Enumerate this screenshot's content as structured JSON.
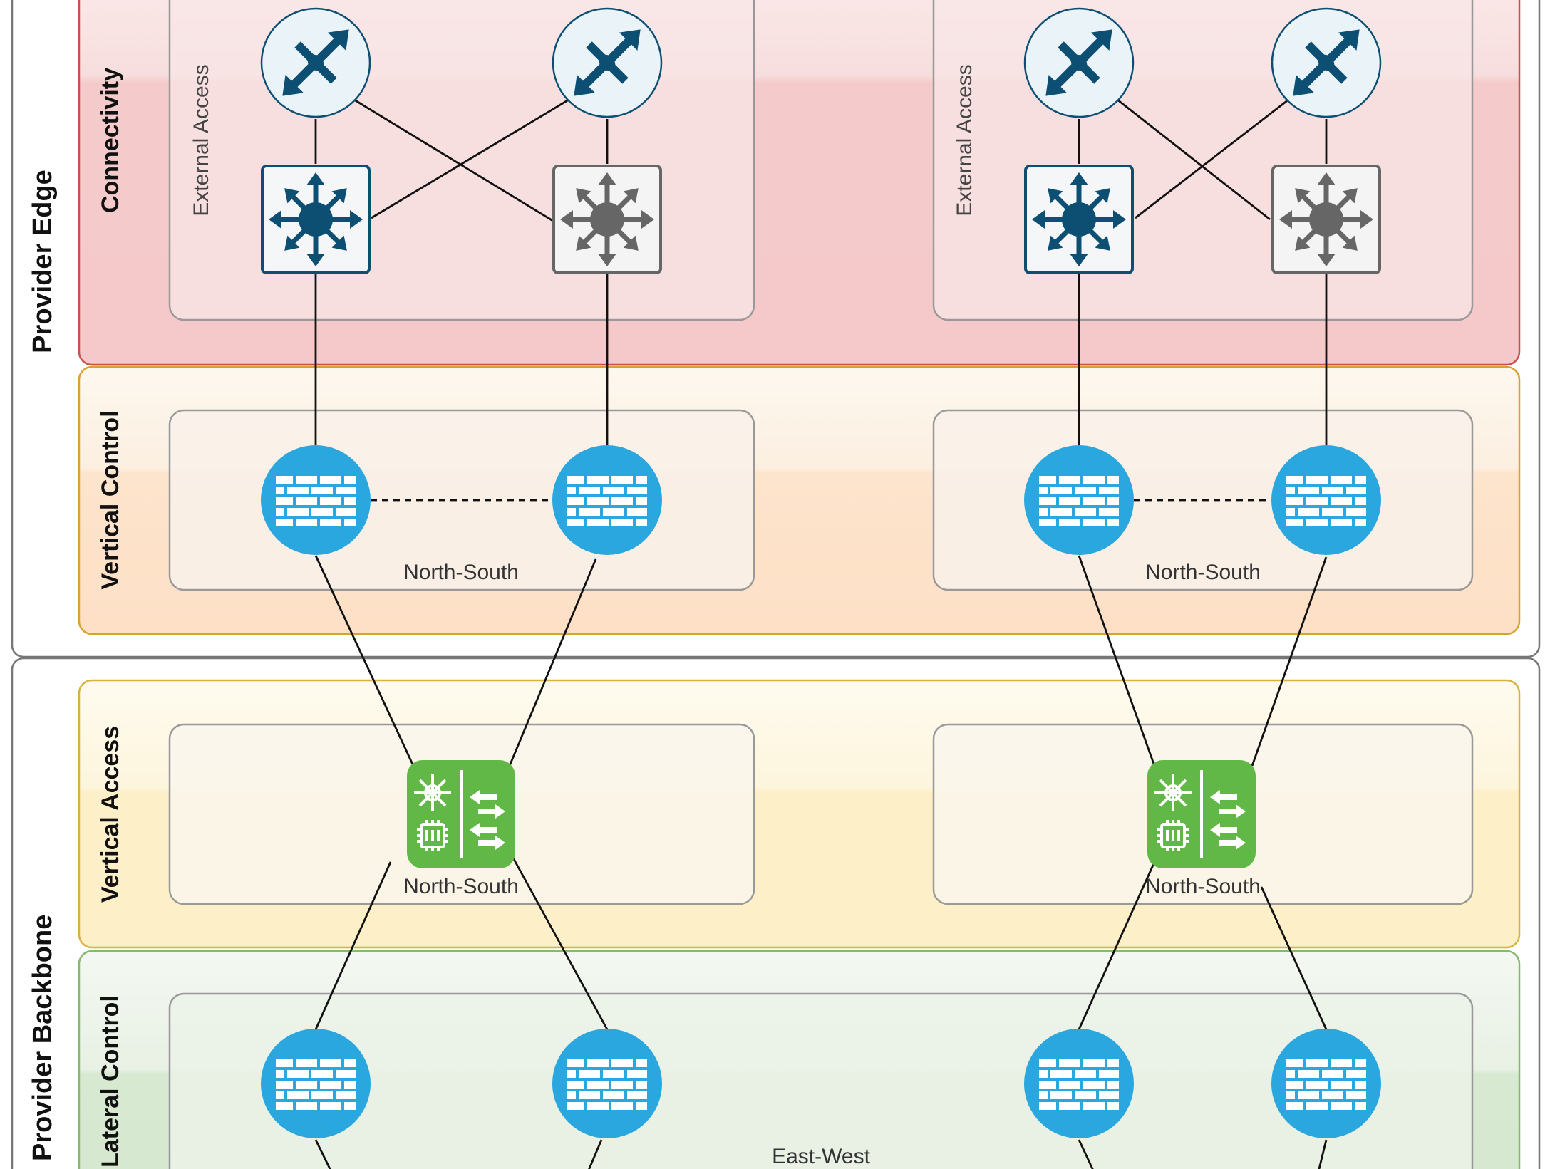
{
  "regions": {
    "provider_edge": "Provider Edge",
    "provider_backbone": "Provider Backbone"
  },
  "bands": {
    "connectivity": "Connectivity",
    "vertical_control": "Vertical Control",
    "vertical_access": "Vertical Access",
    "lateral_control": "Lateral Control"
  },
  "zones": {
    "external_access": "External Access",
    "north_south": "North-South",
    "east_west": "East-West"
  },
  "icons": {
    "router": "router-icon",
    "l3_switch": "layer3-switch-icon",
    "firewall": "firewall-icon",
    "load_balancer": "load-balancer-icon"
  },
  "colors": {
    "connectivity_band": "#f5c9c9",
    "vertical_control_band": "#fde4cc",
    "vertical_access_band": "#fdf0c8",
    "lateral_control_band": "#dcebd7",
    "router_fill": "#eaf3f8",
    "router_glyph": "#0d4f73",
    "switch_primary_glyph": "#0d4f73",
    "switch_secondary_glyph": "#666666",
    "firewall_fill": "#2ba7df",
    "load_balancer_fill": "#62b846"
  }
}
